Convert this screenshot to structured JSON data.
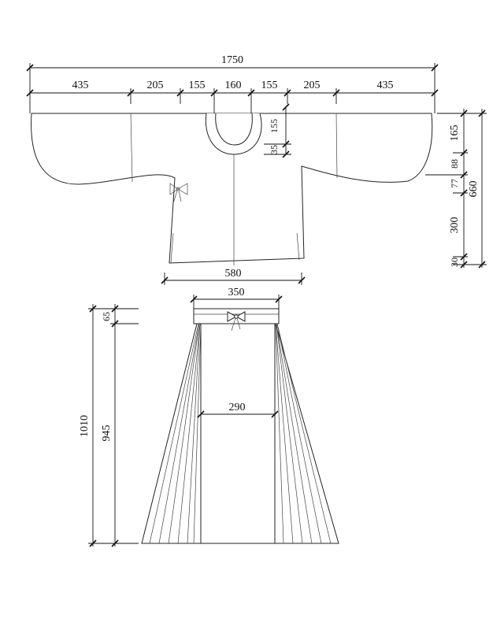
{
  "top_garment": {
    "dimensions": {
      "overall_width": "1750",
      "left_sleeve": "435",
      "left_body": "205",
      "left_neck": "155",
      "center_neck": "160",
      "right_neck": "155",
      "right_body": "205",
      "right_sleeve": "435",
      "neck_depth": "155",
      "collar_band": "35",
      "sleeve_depth": "165",
      "underarm_curve": "88",
      "side_upper": "77",
      "side_length": "300",
      "hem_slit": "30",
      "total_length": "660",
      "hem_width": "580"
    }
  },
  "skirt": {
    "dimensions": {
      "waist_width": "350",
      "total_length": "1010",
      "waistband": "65",
      "skirt_length": "945",
      "front_panel_width": "290"
    }
  }
}
